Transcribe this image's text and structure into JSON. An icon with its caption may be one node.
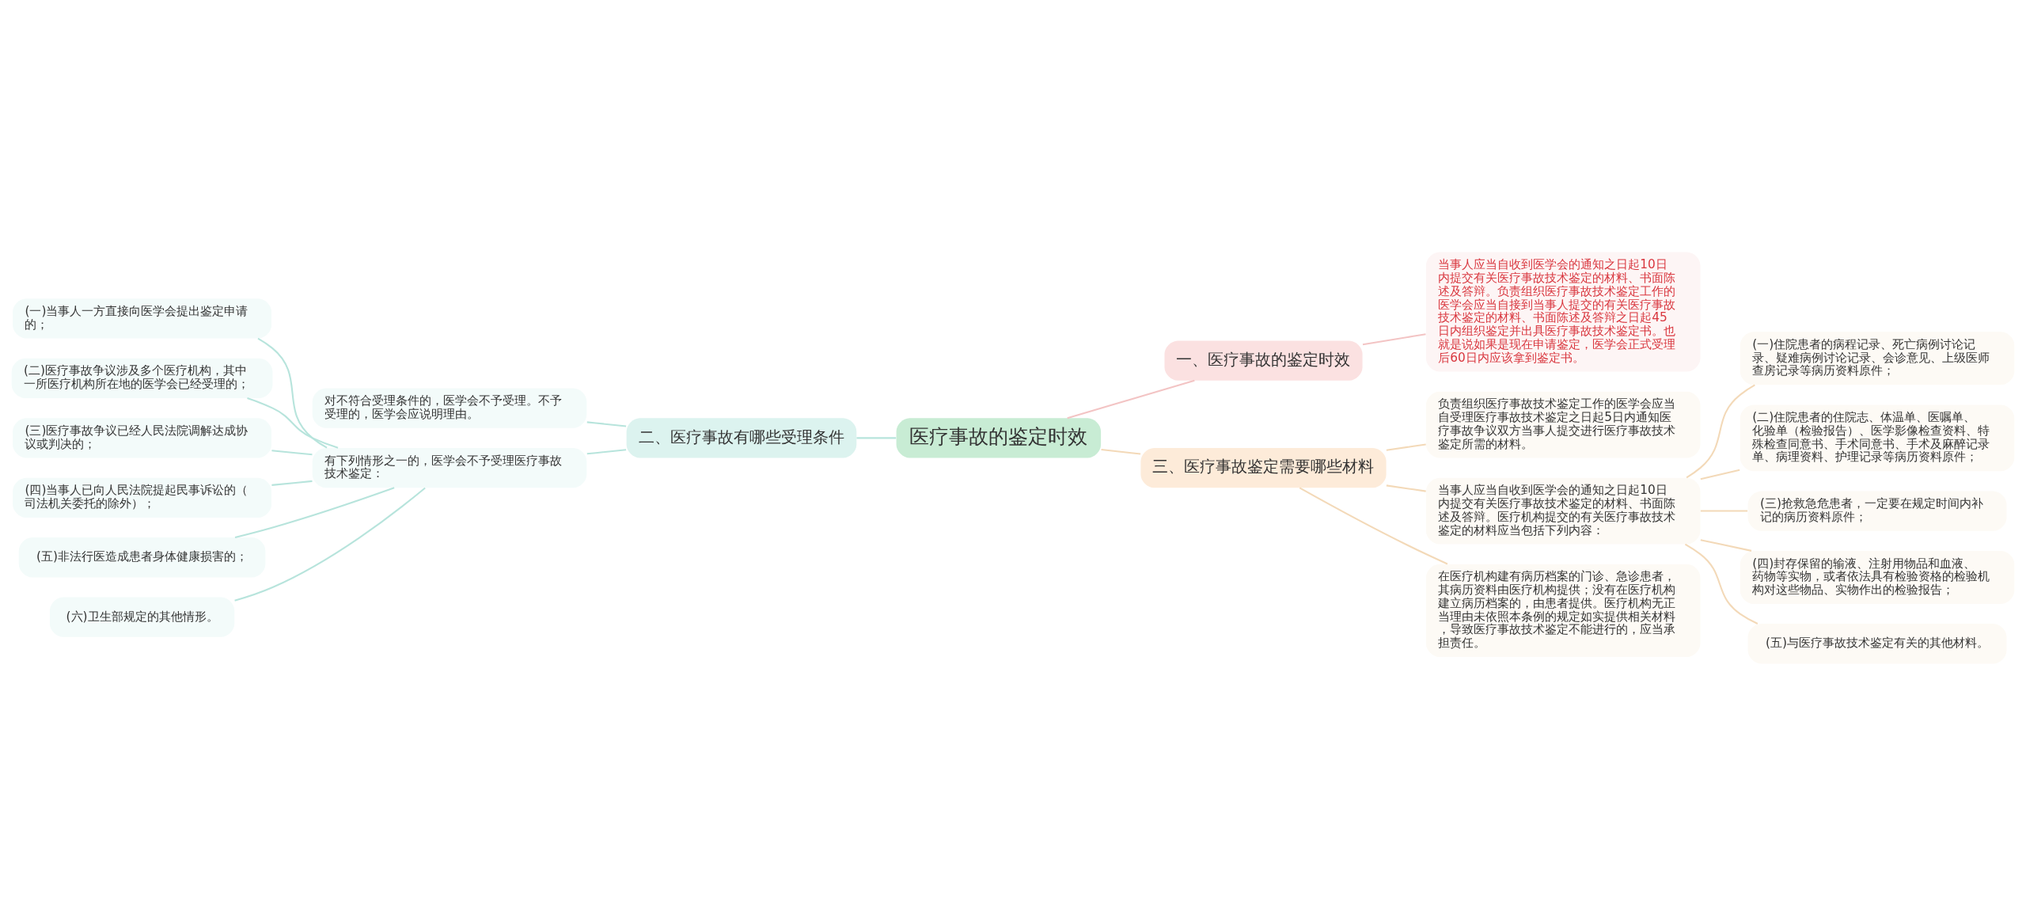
{
  "diagram": {
    "nodes": [
      {
        "text": [
          "医疗事故的鉴定时效"
        ]
      },
      {
        "text": [
          "一、医疗事故的鉴定时效"
        ]
      },
      {
        "text": [
          "当事人应当自收到医学会的通知之日起10日内提交有关医疗事故技术鉴定的材料、书面陈述及答辩。负责组织医疗事故技术鉴定工作的医学会应当自接到当事人提交的有关医疗事故技术鉴定的材料、书面陈述及答辩之日起45日内组织鉴定并出具医疗事故技术鉴定书。也就是说如果是现在申请鉴定，医学会正式受理后60日内应该拿到鉴定书。"
        ]
      },
      {
        "text": [
          "二、医疗事故有哪些受理条件"
        ]
      },
      {
        "text": [
          "对不符合受理条件的，医学会不予受理。不予受理的，医学会应说明理由。"
        ]
      },
      {
        "text": [
          "有下列情形之一的，医学会不予受理医疗事故技术鉴定："
        ]
      },
      {
        "text": [
          "(一)当事人一方直接向医学会提出鉴定申请的；"
        ]
      },
      {
        "text": [
          "(二)医疗事故争议涉及多个医疗机构，其中一所医疗机构所在地的医学会已经受理的；"
        ]
      },
      {
        "text": [
          "(三)医疗事故争议已经人民法院调解达成协议或判决的；"
        ]
      },
      {
        "text": [
          "(四)当事人已向人民法院提起民事诉讼的（司法机关委托的除外）；"
        ]
      },
      {
        "text": [
          "(五)非法行医造成患者身体健康损害的；"
        ]
      },
      {
        "text": [
          "(六)卫生部规定的其他情形。"
        ]
      },
      {
        "text": [
          "三、医疗事故鉴定需要哪些材料"
        ]
      },
      {
        "text": [
          "负责组织医疗事故技术鉴定工作的医学会应当自受理医疗事故技术鉴定之日起5日内通知医疗事故争议双方当事人提交进行医疗事故技术鉴定所需的材料。"
        ]
      },
      {
        "text": [
          "当事人应当自收到医学会的通知之日起10日内提交有关医疗事故技术鉴定的材料、书面陈述及答辩。医疗机构提交的有关医疗事故技术鉴定的材料应当包括下列内容："
        ]
      },
      {
        "text": [
          "(一)住院患者的病程记录、死亡病例讨论记录、疑难病例讨论记录、会诊意见、上级医师查房记录等病历资料原件；"
        ]
      },
      {
        "text": [
          "(二)住院患者的住院志、体温单、医嘱单、化验单（检验报告）、医学影像检查资料、特殊检查同意书、手术同意书、手术及麻醉记录单、病理资料、护理记录等病历资料原件；"
        ]
      },
      {
        "text": [
          "(三)抢救急危患者，一定要在规定时间内补记的病历资料原件；"
        ]
      },
      {
        "text": [
          "(四)封存保留的输液、注射用物品和血液、药物等实物，或者依法具有检验资格的检验机构对这些物品、实物作出的检验报告；"
        ]
      },
      {
        "text": [
          "(五)与医疗事故技术鉴定有关的其他材料。"
        ]
      },
      {
        "text": [
          "在医疗机构建有病历档案的门诊、急诊患者，其病历资料由医疗机构提供；没有在医疗机构建立病历档案的，由患者提供。医疗机构无正当理由未依照本条例的规定如实提供相关材料，导致医疗事故技术鉴定不能进行的，应当承担责任。"
        ]
      }
    ],
    "edges": [
      {
        "from": 0,
        "to": 1,
        "arrow": "none",
        "color": "#f3c4c4"
      },
      {
        "from": 1,
        "to": 2,
        "arrow": "none",
        "color": "#f3c4c4"
      },
      {
        "from": 0,
        "to": 3,
        "arrow": "none"
      },
      {
        "from": 3,
        "to": 4,
        "arrow": "none"
      },
      {
        "from": 3,
        "to": 5,
        "arrow": "none"
      },
      {
        "from": 5,
        "to": 6,
        "arrow": "none"
      },
      {
        "from": 5,
        "to": 7,
        "arrow": "none"
      },
      {
        "from": 5,
        "to": 8,
        "arrow": "none"
      },
      {
        "from": 5,
        "to": 9,
        "arrow": "none"
      },
      {
        "from": 5,
        "to": 10,
        "arrow": "none"
      },
      {
        "from": 5,
        "to": 11,
        "arrow": "none"
      },
      {
        "from": 0,
        "to": 12,
        "arrow": "none",
        "color": "#f3d9b8"
      },
      {
        "from": 12,
        "to": 13,
        "arrow": "none",
        "color": "#f3d9b8"
      },
      {
        "from": 12,
        "to": 14,
        "arrow": "none",
        "color": "#f3d9b8"
      },
      {
        "from": 14,
        "to": 15,
        "arrow": "none",
        "color": "#f3d9b8"
      },
      {
        "from": 14,
        "to": 16,
        "arrow": "none",
        "color": "#f3d9b8"
      },
      {
        "from": 14,
        "to": 17,
        "arrow": "none",
        "color": "#f3d9b8"
      },
      {
        "from": 14,
        "to": 18,
        "arrow": "none",
        "color": "#f3d9b8"
      },
      {
        "from": 14,
        "to": 19,
        "arrow": "none",
        "color": "#f3d9b8"
      },
      {
        "from": 12,
        "to": 20,
        "arrow": "none",
        "color": "#f3d9b8"
      }
    ]
  }
}
